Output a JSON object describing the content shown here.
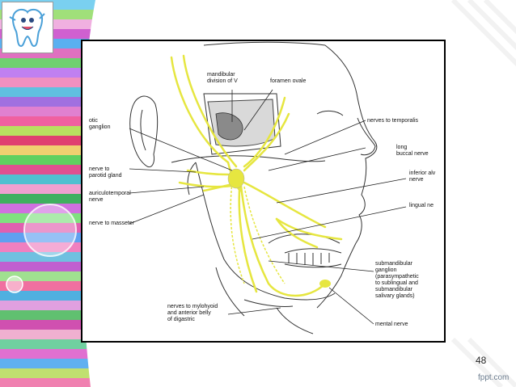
{
  "slide": {
    "page_number": "48",
    "watermark": "fppt.com"
  },
  "labels": {
    "mandibular_division": "mandibular\ndivision of V",
    "foramen_ovale": "foramen ovale",
    "otic_ganglion": "otic\nganglion",
    "nerve_to_parotid": "nerve to\nparotid gland",
    "auriculotemporal": "auriculotemporal\nnerve",
    "nerve_to_masseter": "nerve to masseter",
    "nerves_to_temporalis": "nerves to temporalis",
    "long_buccal": "long\nbuccal nerve",
    "inferior_alveolar": "inferior alv\nnerve",
    "lingual": "lingual ne",
    "submandibular_ganglion": "submandibular\nganglion\n(parasympathetic\nto sublingual and\nsubmandibular\nsalivary glands)",
    "mylohyoid": "nerves to mylohyoid\nand anterior belly\nof digastric",
    "mental": "mental nerve"
  },
  "colors": {
    "nerve": "#e8e838",
    "frame_border": "#000000"
  }
}
